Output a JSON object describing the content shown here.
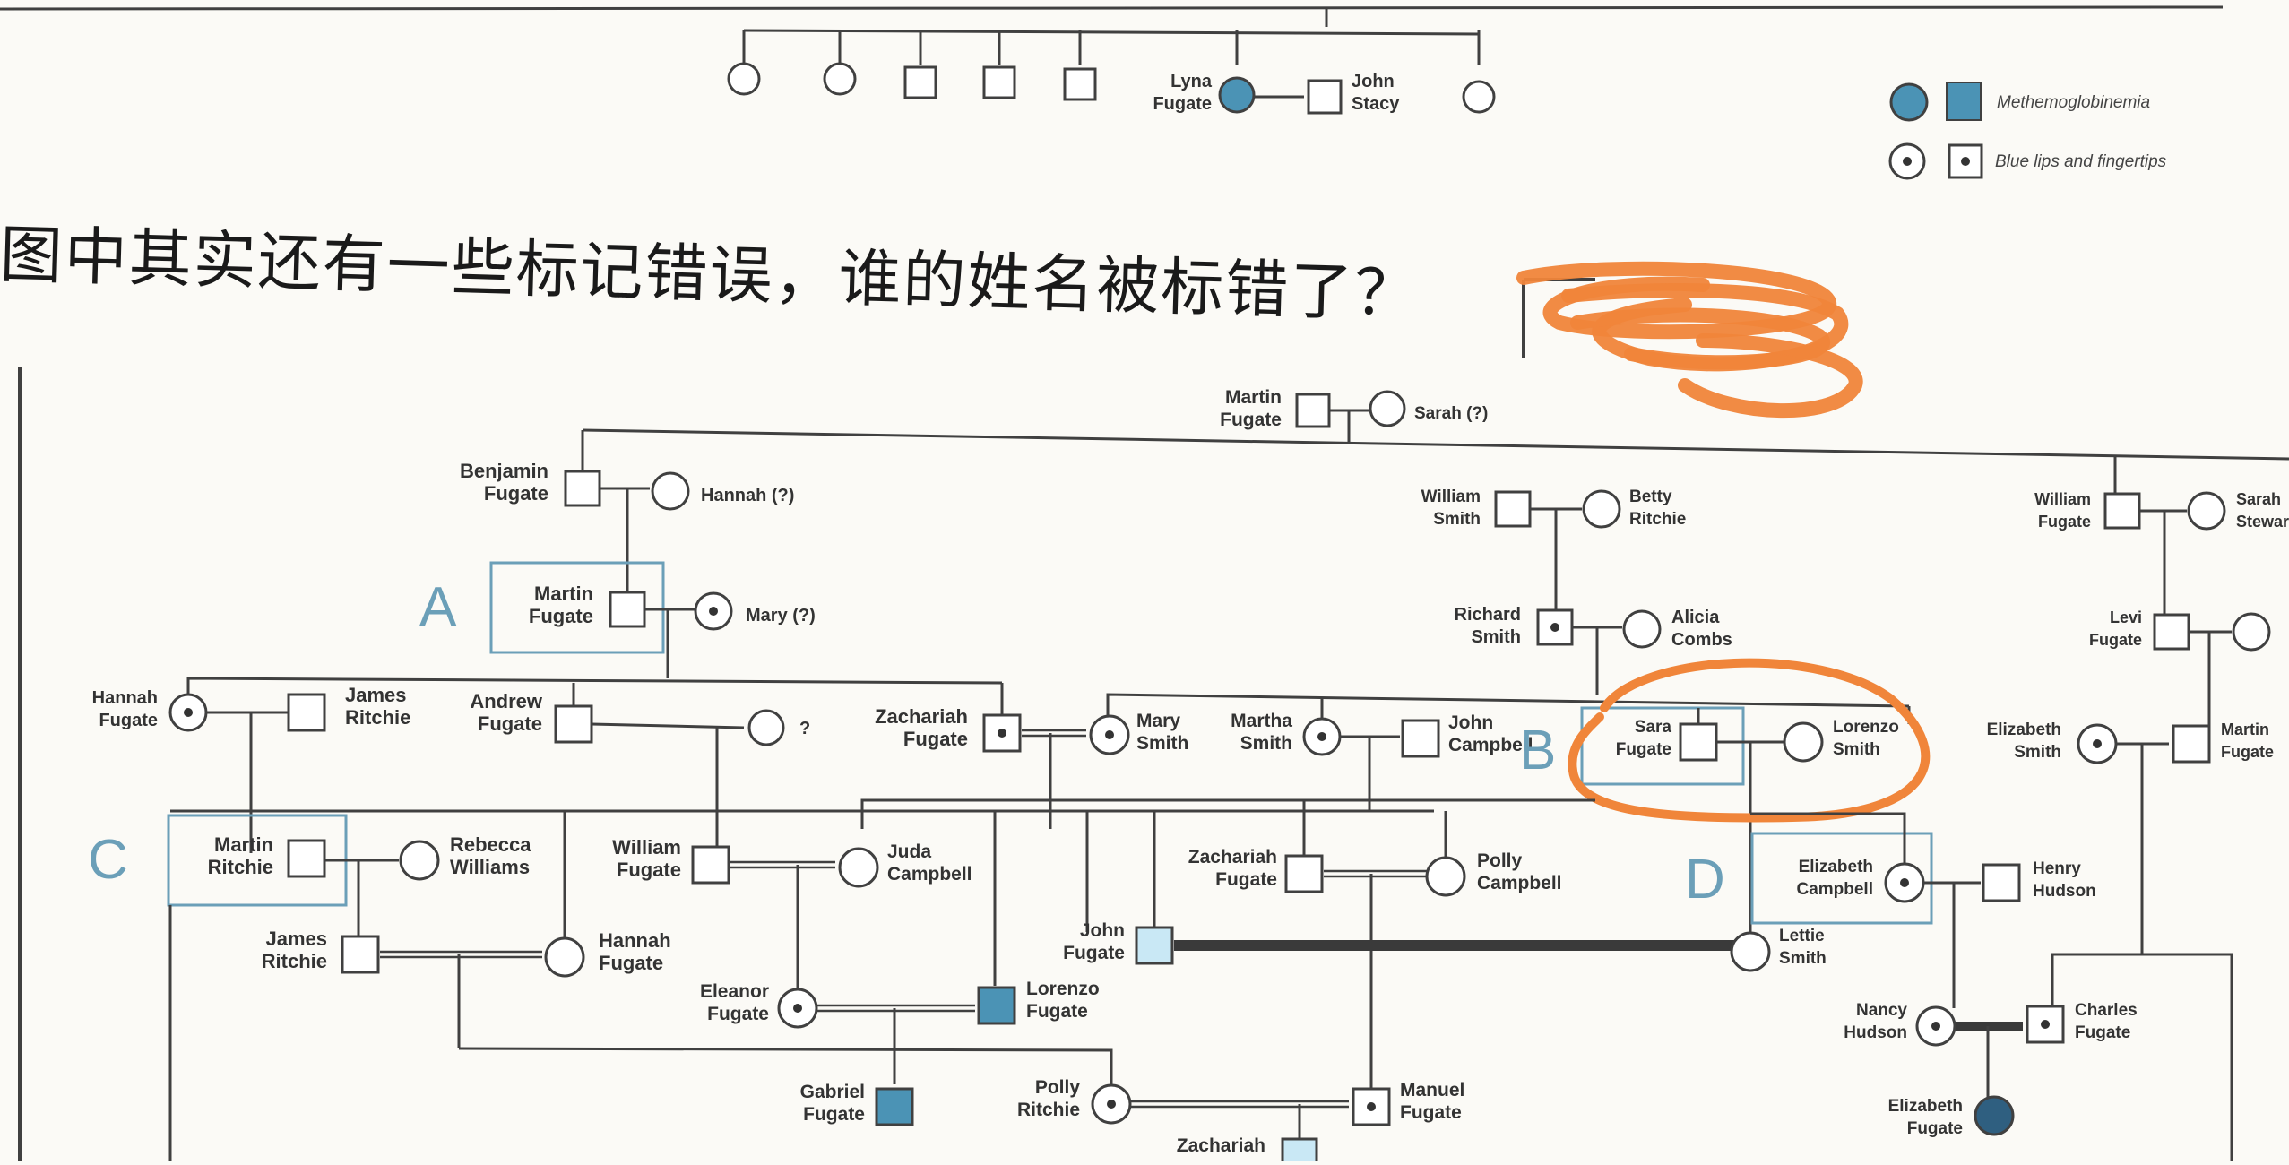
{
  "question": {
    "text": "图中其实还有一些标记错误，谁的姓名被标错了？",
    "answer_scribbled": true
  },
  "legend": {
    "items": [
      {
        "symbol": "filled-circle-and-square",
        "label": "Methemoglobinemia",
        "color": "#4b93b5"
      },
      {
        "symbol": "dotted-circle-and-square",
        "label": "Blue lips and fingertips"
      }
    ]
  },
  "colors": {
    "affected": "#4b93b5",
    "affected_dark": "#2f5f80",
    "light_affected": "#c9e8f5",
    "box": "#6b9fb8",
    "annotation": "#f0853a",
    "line": "#3a3a3a"
  },
  "box_labels": [
    "A",
    "B",
    "C",
    "D"
  ],
  "people": {
    "lyna": "Lyna\nFugate",
    "john_stacy": "John\nStacy",
    "martin_fugate_top": "Martin\nFugate",
    "sarah": "Sarah (?)",
    "benjamin": "Benjamin\nFugate",
    "hannah_q": "Hannah (?)",
    "william_smith": "William\nSmith",
    "betty_ritchie": "Betty\nRitchie",
    "william_fugate_r": "William\nFugate",
    "sarah_stewart": "Sarah\nStewart",
    "martin_fugate_a": "Martin\nFugate",
    "mary_q": "Mary (?)",
    "richard_smith": "Richard\nSmith",
    "alicia_combs": "Alicia\nCombs",
    "levi_fugate": "Levi\nFugate",
    "hannah_fugate": "Hannah\nFugate",
    "james_ritchie": "James\nRitchie",
    "andrew_fugate": "Andrew\nFugate",
    "unknown": "?",
    "zachariah_fugate": "Zachariah\nFugate",
    "mary_smith": "Mary\nSmith",
    "martha_smith": "Martha\nSmith",
    "john_campbell": "John\nCampbell",
    "sara_fugate": "Sara\nFugate",
    "lorenzo_smith": "Lorenzo\nSmith",
    "elizabeth_smith": "Elizabeth\nSmith",
    "martin_fugate_r": "Martin\nFugate",
    "martin_ritchie": "Martin\nRitchie",
    "rebecca_williams": "Rebecca\nWilliams",
    "william_fugate": "William\nFugate",
    "juda_campbell": "Juda\nCampbell",
    "zachariah_fugate_2": "Zachariah\nFugate",
    "polly_campbell": "Polly\nCampbell",
    "elizabeth_campbell": "Elizabeth\nCampbell",
    "henry_hudson": "Henry\nHudson",
    "james_ritchie_2": "James\nRitchie",
    "hannah_fugate_2": "Hannah\nFugate",
    "john_fugate": "John\nFugate",
    "lettie_smith": "Lettie\nSmith",
    "eleanor_fugate": "Eleanor\nFugate",
    "lorenzo_fugate": "Lorenzo\nFugate",
    "nancy_hudson": "Nancy\nHudson",
    "charles_fugate": "Charles\nFugate",
    "gabriel_fugate": "Gabriel\nFugate",
    "polly_ritchie": "Polly\nRitchie",
    "manuel_fugate": "Manuel\nFugate",
    "zachariah_bottom": "Zachariah",
    "elizabeth_fugate": "Elizabeth\nFugate"
  }
}
